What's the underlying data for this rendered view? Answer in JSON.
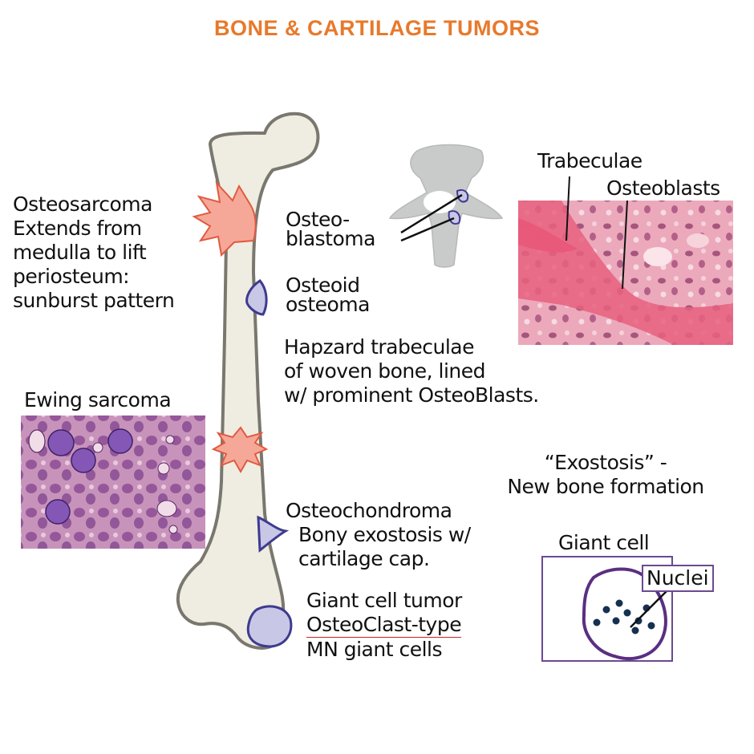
{
  "title": "BONE & CARTILAGE TUMORS",
  "colors": {
    "title": "#e8792b",
    "bone_fill": "#efede2",
    "bone_outline": "#7a776e",
    "osteosarcoma_fill": "#f6a898",
    "osteosarcoma_stroke": "#e05a40",
    "lesion_fill": "#c9c7e6",
    "lesion_stroke": "#3e3b8e",
    "vertebra": "#c9cbcb",
    "histo_trabecular_bg": "#e8a2b4",
    "histo_pink": "#e85f7f",
    "histo_ewing_bg": "#c490b6",
    "histo_purple": "#7a3a8c",
    "giant_cell_outline": "#5a2f82",
    "nuclei": "#153050"
  },
  "labels": {
    "osteosarcoma": [
      "Osteosarcoma",
      "Extends from",
      "medulla to lift",
      "periosteum:",
      "sunburst pattern"
    ],
    "osteoblastoma": [
      "Osteo-",
      "blastoma"
    ],
    "osteoid_osteoma": [
      "Osteoid",
      "osteoma"
    ],
    "osteoid_desc": [
      "Hapzard trabeculae",
      "of woven bone, lined",
      "w/ prominent OsteoBlasts."
    ],
    "ewing": "Ewing sarcoma",
    "osteochondroma": [
      "Osteochondroma",
      "Bony exostosis w/",
      "cartilage cap."
    ],
    "giant_cell_tumor": [
      "Giant cell tumor",
      "OsteoClast-type",
      "MN giant cells"
    ],
    "trabeculae": "Trabeculae",
    "osteoblasts": "Osteoblasts",
    "exostosis": [
      "“Exostosis” -",
      "New bone formation"
    ],
    "giant_cell": "Giant cell",
    "nuclei": "Nuclei"
  }
}
